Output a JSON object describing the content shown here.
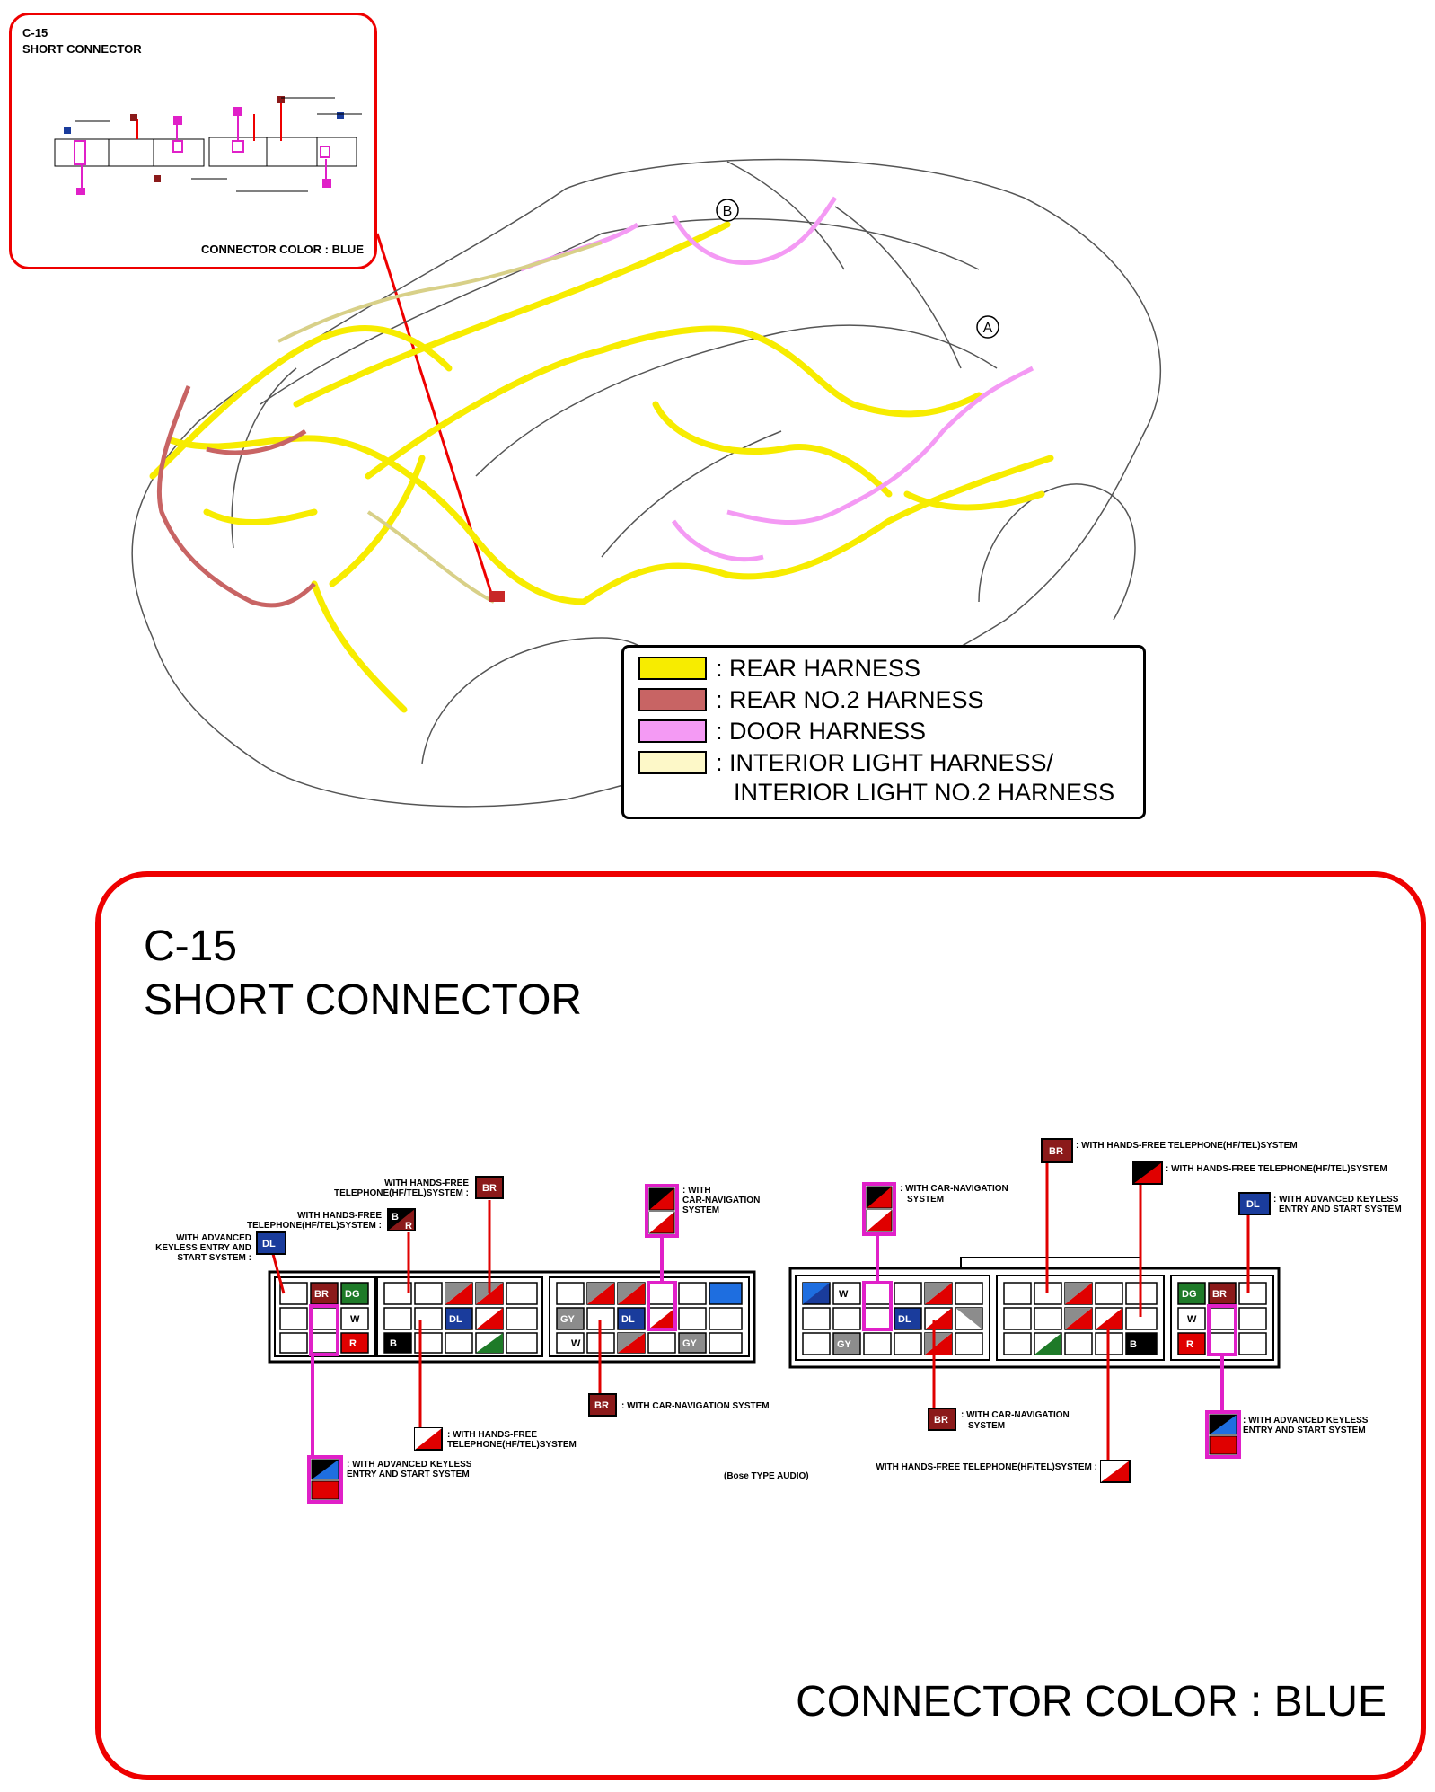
{
  "inset": {
    "code": "C-15",
    "name": "SHORT CONNECTOR",
    "connector_color": "CONNECTOR COLOR : BLUE"
  },
  "car_markers": {
    "a": "A",
    "b": "B"
  },
  "legend": {
    "items": [
      {
        "label": ": REAR HARNESS",
        "color": "#f7ec00"
      },
      {
        "label": ": REAR NO.2 HARNESS",
        "color": "#c86464"
      },
      {
        "label": ": DOOR HARNESS",
        "color": "#f49af4"
      },
      {
        "label": ": INTERIOR LIGHT HARNESS/",
        "color": "#fdf8c8"
      }
    ],
    "continuation": "INTERIOR LIGHT NO.2 HARNESS"
  },
  "panel": {
    "code": "C-15",
    "name": "SHORT CONNECTOR",
    "connector_color": "CONNECTOR COLOR : BLUE",
    "bose_note": "(Bose TYPE AUDIO)"
  },
  "callouts": {
    "hf_tel_br_left_1": "WITH HANDS-FREE",
    "hf_tel_br_left_2": "TELEPHONE(HF/TEL)SYSTEM :",
    "hf_tel_br_left_2b": "TELEPHONE(HF/TEL)SYSTEM :",
    "keyless_dl_left_1": "WITH ADVANCED",
    "keyless_dl_left_2": "KEYLESS ENTRY AND",
    "keyless_dl_left_3": "START SYSTEM :",
    "nav_left_1": ": WITH",
    "nav_left_2": "CAR-NAVIGATION",
    "nav_left_3": "SYSTEM",
    "nav_br_left": ": WITH CAR-NAVIGATION SYSTEM",
    "hf_wr_left_1": ": WITH HANDS-FREE",
    "hf_wr_left_2": "TELEPHONE(HF/TEL)SYSTEM",
    "keyless_left_1": ": WITH ADVANCED KEYLESS",
    "keyless_left_2": "ENTRY AND START SYSTEM",
    "nav_right_1": ": WITH CAR-NAVIGATION",
    "nav_right_2": "SYSTEM",
    "hf_br_right": ": WITH HANDS-FREE TELEPHONE(HF/TEL)SYSTEM",
    "hf_br2_right": ": WITH HANDS-FREE TELEPHONE(HF/TEL)SYSTEM",
    "keyless_dl_right_1": ": WITH ADVANCED KEYLESS",
    "keyless_dl_right_2": "ENTRY AND START SYSTEM",
    "nav_br_right_1": ": WITH CAR-NAVIGATION",
    "nav_br_right_2": "SYSTEM",
    "hf_wr_right": "WITH HANDS-FREE TELEPHONE(HF/TEL)SYSTEM :",
    "keyless_right_1": ": WITH ADVANCED KEYLESS",
    "keyless_right_2": "ENTRY AND START SYSTEM"
  },
  "wire_codes": {
    "BR": "BR",
    "DL": "DL",
    "DG": "DG",
    "GY": "GY",
    "W": "W",
    "B": "B",
    "R": "R",
    "L": "L"
  },
  "colors": {
    "frame": "#e00000",
    "highlight": "#e020c8",
    "BR": "#8b1a1a",
    "DL": "#1a3c9c",
    "DG": "#1e7a28",
    "GY": "#8c8c8c",
    "R": "#e00000",
    "L": "#1e6ee0",
    "B": "#000000",
    "W": "#ffffff",
    "rear": "#f7ec00"
  }
}
